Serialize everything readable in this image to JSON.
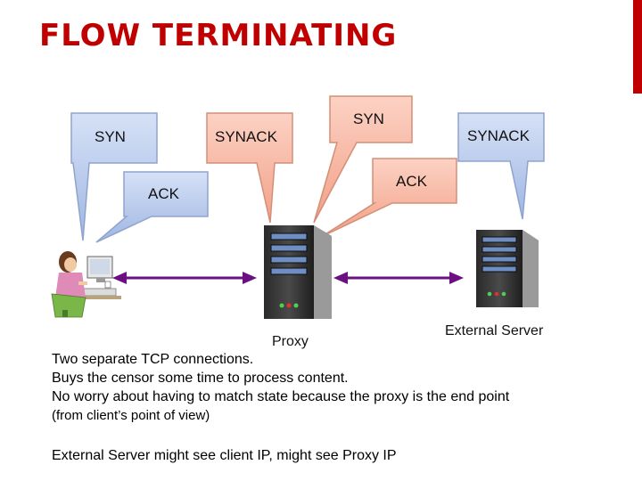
{
  "title": "FLOW TERMINATING",
  "colors": {
    "accent": "#c00000",
    "client_bubble": "#b7c9ec",
    "server_bubble": "#f7b9a4",
    "connection_line": "#6b0f83"
  },
  "bubbles": {
    "syn_left": "SYN",
    "synack_mid": "SYNACK",
    "ack_left": "ACK",
    "syn_right": "SYN",
    "synack_right": "SYNACK",
    "ack_right": "ACK"
  },
  "labels": {
    "proxy": "Proxy",
    "external_server": "External Server"
  },
  "body_lines": [
    "Two separate TCP connections.",
    "Buys the censor some time to process content.",
    "No worry about having to match state because the proxy is the end point",
    "(from client’s point of view)",
    "External Server might see client IP, might see Proxy IP"
  ],
  "icons": {
    "client": "person-at-computer-icon",
    "proxy": "server-tower-icon",
    "server": "server-tower-icon"
  }
}
